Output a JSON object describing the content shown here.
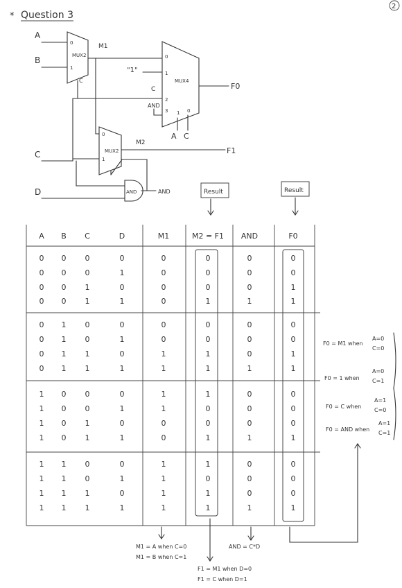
{
  "title": "Question 3",
  "page_number": "2",
  "circuit": {
    "inputs": [
      "A",
      "B",
      "C",
      "D"
    ],
    "mux1": {
      "label": "MUX2",
      "in0": "0",
      "in1": "1",
      "sel": "C",
      "out": "M1"
    },
    "mux2": {
      "label": "MUX2",
      "in0": "0",
      "in1": "1",
      "out": "M2"
    },
    "mux4": {
      "label": "MUX4",
      "in0": "0",
      "in1": "1",
      "in2": "2",
      "in3": "3",
      "sel_a": "A",
      "sel_c": "C",
      "sel1": "1",
      "sel0": "0",
      "src0": "M1",
      "src1": "\"1\"",
      "src2": "C",
      "src3": "AND"
    },
    "and_gate": {
      "label": "AND",
      "out": "AND"
    },
    "outputs": {
      "f0": "F0",
      "f1": "F1"
    }
  },
  "result_tags": {
    "m2": "Result",
    "f0": "Result"
  },
  "truth_table": {
    "headers": [
      "A",
      "B",
      "C",
      "D",
      "M1",
      "M2 = F1",
      "AND",
      "F0"
    ],
    "rows": [
      [
        "0",
        "0",
        "0",
        "0",
        "0",
        "0",
        "0",
        "0"
      ],
      [
        "0",
        "0",
        "0",
        "1",
        "0",
        "0",
        "0",
        "0"
      ],
      [
        "0",
        "0",
        "1",
        "0",
        "0",
        "0",
        "0",
        "1"
      ],
      [
        "0",
        "0",
        "1",
        "1",
        "0",
        "1",
        "1",
        "1"
      ],
      [
        "0",
        "1",
        "0",
        "0",
        "0",
        "0",
        "0",
        "0"
      ],
      [
        "0",
        "1",
        "0",
        "1",
        "0",
        "0",
        "0",
        "0"
      ],
      [
        "0",
        "1",
        "1",
        "0",
        "1",
        "1",
        "0",
        "1"
      ],
      [
        "0",
        "1",
        "1",
        "1",
        "1",
        "1",
        "1",
        "1"
      ],
      [
        "1",
        "0",
        "0",
        "0",
        "1",
        "1",
        "0",
        "0"
      ],
      [
        "1",
        "0",
        "0",
        "1",
        "1",
        "0",
        "0",
        "0"
      ],
      [
        "1",
        "0",
        "1",
        "0",
        "0",
        "0",
        "0",
        "0"
      ],
      [
        "1",
        "0",
        "1",
        "1",
        "0",
        "1",
        "1",
        "1"
      ],
      [
        "1",
        "1",
        "0",
        "0",
        "1",
        "1",
        "0",
        "0"
      ],
      [
        "1",
        "1",
        "0",
        "1",
        "1",
        "0",
        "0",
        "0"
      ],
      [
        "1",
        "1",
        "1",
        "0",
        "1",
        "1",
        "0",
        "0"
      ],
      [
        "1",
        "1",
        "1",
        "1",
        "1",
        "1",
        "1",
        "1"
      ]
    ]
  },
  "f0_notes": [
    {
      "text": "F0 = M1 when",
      "cond1": "A=0",
      "cond2": "C=0"
    },
    {
      "text": "F0 = 1 when",
      "cond1": "A=0",
      "cond2": "C=1"
    },
    {
      "text": "F0 = C when",
      "cond1": "A=1",
      "cond2": "C=0"
    },
    {
      "text": "F0 = AND when",
      "cond1": "A=1",
      "cond2": "C=1"
    }
  ],
  "bottom_notes": {
    "m1_line1": "M1 = A when C=0",
    "m1_line2": "M1 = B when C=1",
    "and_line": "AND = C*D",
    "f1_line1": "F1 = M1 when D=0",
    "f1_line2": "F1 = C when D=1"
  }
}
